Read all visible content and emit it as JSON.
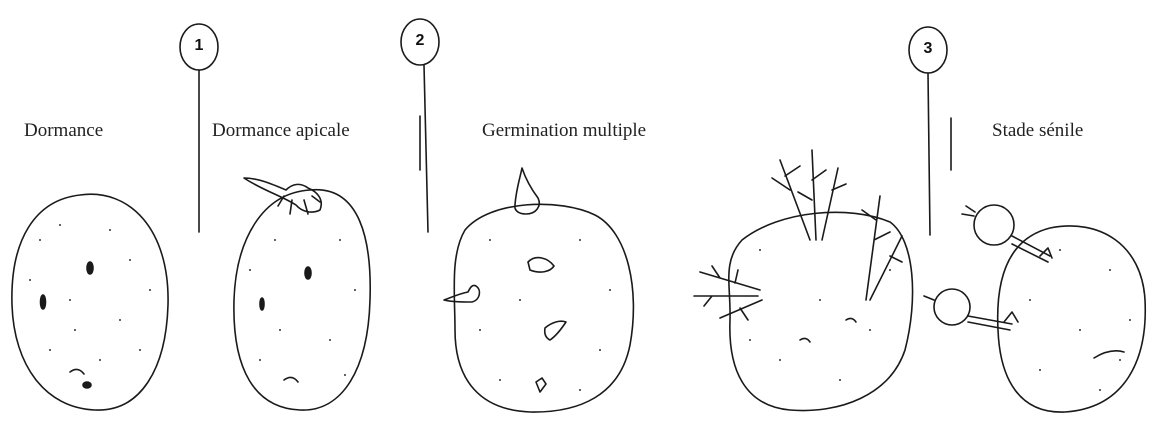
{
  "stages": [
    {
      "label": "Dormance"
    },
    {
      "label": "Dormance apicale"
    },
    {
      "label": "Germination multiple"
    },
    {
      "label": "Stade sénile"
    }
  ],
  "markers": [
    "1",
    "2",
    "3"
  ]
}
